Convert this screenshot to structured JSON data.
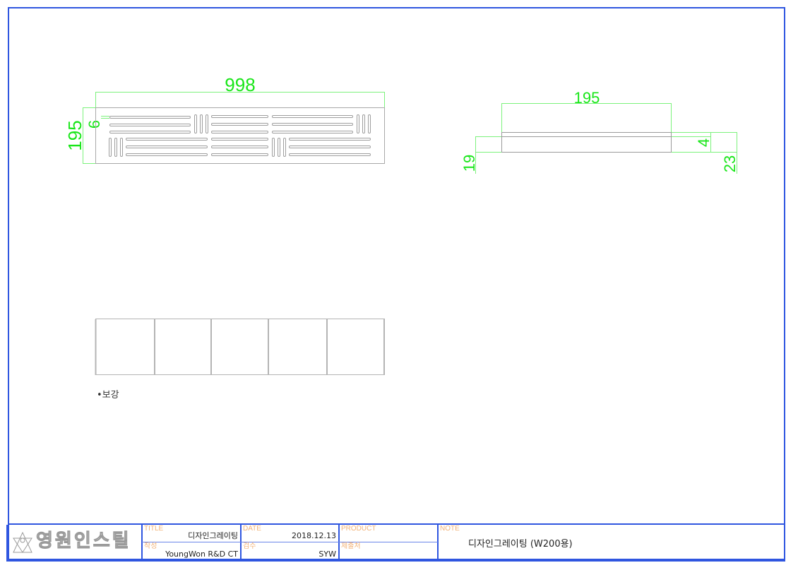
{
  "drawing": {
    "top_view": {
      "width_dim": "998",
      "height_dim": "195",
      "offset_dim": "6"
    },
    "side_view": {
      "width_dim": "195",
      "left_dim": "19",
      "right_top_dim": "4",
      "right_total_dim": "23"
    },
    "reinforcement_view": {
      "panels": 5,
      "note": "•보강"
    }
  },
  "title_block": {
    "logo": {
      "icon": "triangle-emblem-icon",
      "text": "영원인스틸"
    },
    "title": {
      "label": "TITLE",
      "value": "디자인그레이팅"
    },
    "author": {
      "label": "작성",
      "value": "YoungWon R&D CT"
    },
    "date": {
      "label": "DATE",
      "value": "2018.12.13"
    },
    "inspector": {
      "label": "검수",
      "value": "SYW"
    },
    "product": {
      "label": "PRODUCT",
      "value": ""
    },
    "submit_to": {
      "label": "제출처",
      "value": ""
    },
    "note": {
      "label": "NOTE",
      "value": "디자인그레이팅 (W200용)"
    }
  },
  "colors": {
    "frame": "#2f56e0",
    "dimension": "#19e619",
    "outline": "#a8a8a8",
    "label": "#f2b277"
  }
}
